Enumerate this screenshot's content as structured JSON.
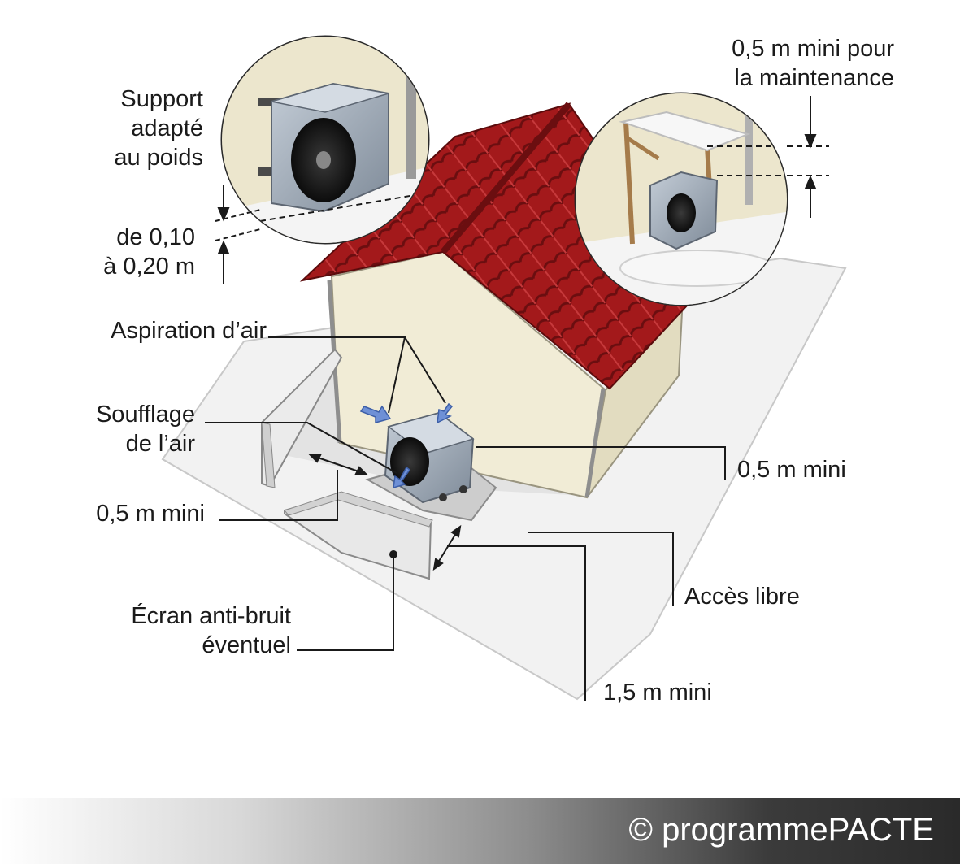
{
  "labels": {
    "support": [
      "Support",
      "adapté",
      "au poids"
    ],
    "height_range": [
      "de 0,10",
      "à 0,20 m"
    ],
    "maintenance": [
      "0,5 m mini pour",
      "la maintenance"
    ],
    "aspiration": "Aspiration d’air",
    "soufflage": [
      "Soufflage",
      "de l’air"
    ],
    "min_side": "0,5 m mini",
    "min_wall": "0,5 m mini",
    "acces": "Accès libre",
    "ecran": [
      "Écran anti-bruit",
      "éventuel"
    ],
    "min_front": "1,5 m mini"
  },
  "footer": {
    "copyright": "© programmePACTE"
  },
  "colors": {
    "roof": "#a3191b",
    "wall": "#f1ecd6",
    "ground": "#f2f2f2",
    "unit": "#9aa6b2",
    "arrow": "#6e90d6",
    "line": "#1a1a1a"
  }
}
